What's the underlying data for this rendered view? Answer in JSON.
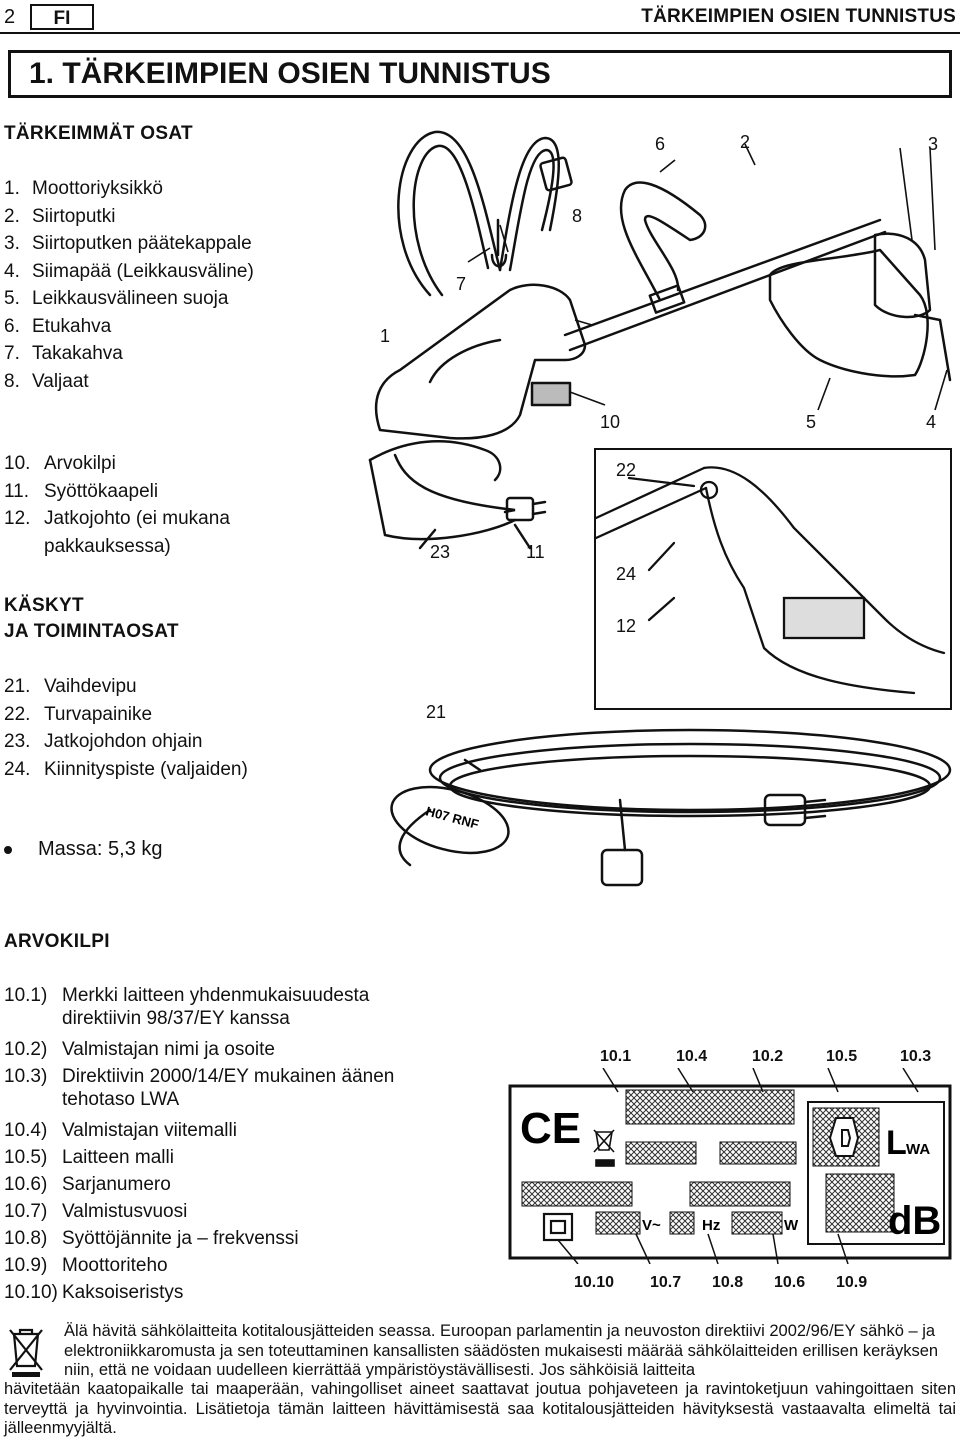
{
  "header": {
    "page_number": "2",
    "language": "FI",
    "running_title": "TÄRKEIMPIEN OSIEN TUNNISTUS"
  },
  "title": "1. TÄRKEIMPIEN OSIEN TUNNISTUS",
  "main_parts": {
    "heading": "TÄRKEIMMÄT OSAT",
    "items": [
      {
        "num": "1.",
        "label": "Moottoriyksikkö"
      },
      {
        "num": "2.",
        "label": "Siirtoputki"
      },
      {
        "num": "3.",
        "label": "Siirtoputken päätekappale"
      },
      {
        "num": "4.",
        "label": "Siimapää (Leikkausväline)"
      },
      {
        "num": "5.",
        "label": "Leikkausvälineen suoja"
      },
      {
        "num": "6.",
        "label": "Etukahva"
      },
      {
        "num": "7.",
        "label": "Takakahva"
      },
      {
        "num": "8.",
        "label": "Valjaat"
      }
    ],
    "items_b": [
      {
        "num": "10.",
        "label": "Arvokilpi"
      },
      {
        "num": "11.",
        "label": "Syöttökaapeli"
      },
      {
        "num": "12.",
        "label": "Jatkojohto (ei mukana"
      },
      {
        "num": "",
        "label": "pakkauksessa)"
      }
    ]
  },
  "controls": {
    "heading_line1": "KÄSKYT",
    "heading_line2": "JA TOIMINTAOSAT",
    "items": [
      {
        "num": "21.",
        "label": "Vaihdevipu"
      },
      {
        "num": "22.",
        "label": "Turvapainike"
      },
      {
        "num": "23.",
        "label": "Jatkojohdon ohjain"
      },
      {
        "num": "24.",
        "label": "Kiinnityspiste (valjaiden)"
      }
    ]
  },
  "mass": "Massa: 5,3 kg",
  "rating_plate": {
    "heading": "ARVOKILPI",
    "items": [
      {
        "num": "10.1)",
        "label": "Merkki laitteen yhdenmukaisuudesta"
      },
      {
        "num": "",
        "label": "direktiivin 98/37/EY kanssa"
      },
      {
        "num": "10.2)",
        "label": "Valmistajan nimi ja osoite"
      },
      {
        "num": "10.3)",
        "label": "Direktiivin 2000/14/EY mukainen äänen"
      },
      {
        "num": "",
        "label": "tehotaso LWA"
      },
      {
        "num": "10.4)",
        "label": "Valmistajan viitemalli"
      },
      {
        "num": "10.5)",
        "label": "Laitteen malli"
      },
      {
        "num": "10.6)",
        "label": "Sarjanumero"
      },
      {
        "num": "10.7)",
        "label": "Valmistusvuosi"
      },
      {
        "num": "10.8)",
        "label": "Syöttöjännite ja – frekvenssi"
      },
      {
        "num": "10.9)",
        "label": "Moottoriteho"
      },
      {
        "num": "10.10)",
        "label": "Kaksoiseristys"
      }
    ],
    "top_codes": [
      "10.1",
      "10.4",
      "10.2",
      "10.5",
      "10.3"
    ],
    "bottom_codes": [
      "10.10",
      "10.7",
      "10.8",
      "10.6",
      "10.9"
    ],
    "plate_text": {
      "ce": "CE",
      "volt": "V~",
      "hz": "Hz",
      "watt": "W",
      "lwa_l": "L",
      "lwa_sub": "WA",
      "db": "dB"
    }
  },
  "diagram": {
    "callouts": [
      "1",
      "2",
      "3",
      "4",
      "5",
      "6",
      "7",
      "8",
      "10",
      "11",
      "12",
      "21",
      "22",
      "23",
      "24"
    ],
    "cable_marking": "H07 RNF"
  },
  "footer": {
    "first_lines": "Älä hävitä sähkölaitteita kotitalousjätteiden seassa. Euroopan parlamentin ja neuvoston direktiivi 2002/96/EY sähkö – ja elektroniikkaromusta ja sen toteuttaminen kansallisten säädösten mukaisesti määrää sähkölaitteiden erillisen keräyksen niin, että ne voidaan uudelleen kierrättää ympäristöystävällisesti. Jos sähköisiä laitteita",
    "rest": "hävitetään kaatopaikalle tai maaperään, vahingolliset aineet saattavat joutua pohjaveteen ja ravintoketjuun vahingoittaen siten terveyttä ja hyvinvointia. Lisätietoja tämän laitteen hävittämisestä saa kotitalousjätteiden hävityksestä vastaavalta elimeltä tai jälleenmyyjältä."
  }
}
